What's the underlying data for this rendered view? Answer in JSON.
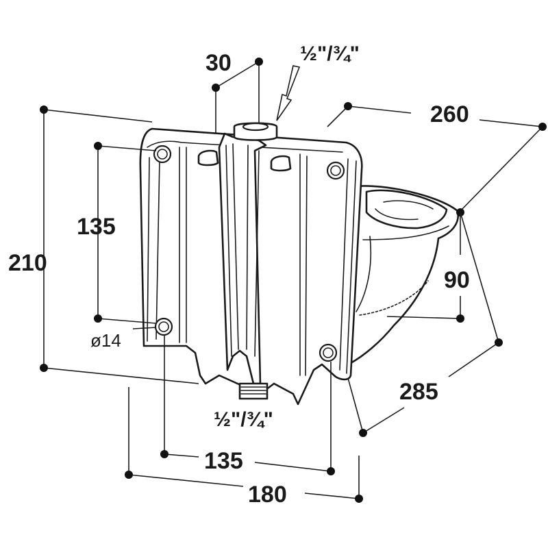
{
  "colors": {
    "line": "#1a1a1a",
    "background": "#ffffff"
  },
  "dimensions": {
    "pipe_width": "30",
    "inlet_top": "½\"/¾\"",
    "inlet_bottom": "½\"/¾\"",
    "overall_height": "210",
    "hole_vertical_spacing": "135",
    "hole_diameter": "ø14",
    "hole_horizontal_spacing": "135",
    "base_width": "180",
    "bowl_depth": "260",
    "bowl_height": "90",
    "projection": "285"
  }
}
